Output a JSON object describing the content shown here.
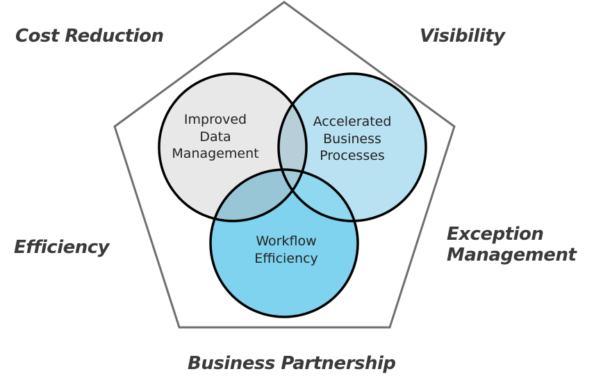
{
  "diagram": {
    "outer_labels": {
      "cost_reduction": "Cost Reduction",
      "visibility": "Visibility",
      "efficiency": "Efficiency",
      "exception_management_line1": "Exception",
      "exception_management_line2": "Management",
      "business_partnership": "Business Partnership"
    },
    "circles": {
      "data_management": {
        "line1": "Improved",
        "line2": "Data",
        "line3": "Management",
        "fill": "#e8e8e8"
      },
      "business_processes": {
        "line1": "Accelerated",
        "line2": "Business",
        "line3": "Processes",
        "fill": "#b8e2f2"
      },
      "workflow_efficiency": {
        "line1": "Workflow",
        "line2": "Efficiency",
        "fill": "#7fd3ee"
      }
    },
    "colors": {
      "pentagon_stroke": "#6f6f6f",
      "circle_stroke": "#000000",
      "label_text": "#3a3a3a"
    }
  }
}
